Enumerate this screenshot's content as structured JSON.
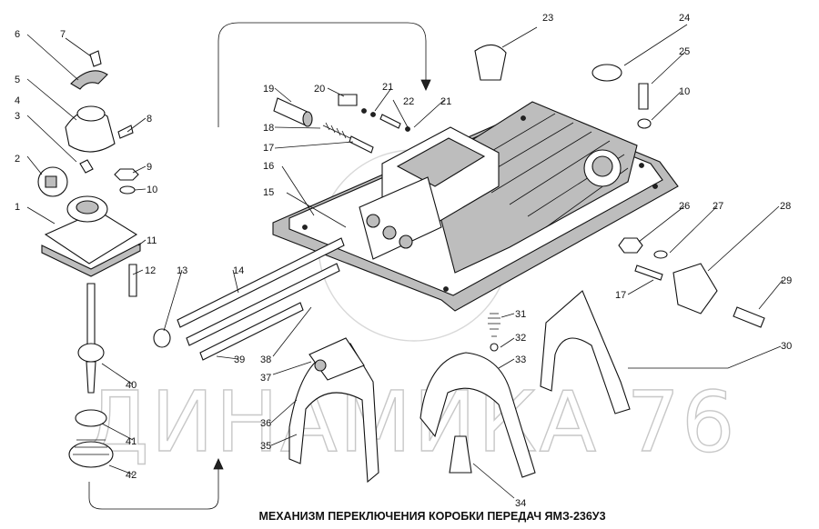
{
  "diagram": {
    "caption": "МЕХАНИЗМ ПЕРЕКЛЮЧЕНИЯ КОРОБКИ ПЕРЕДАЧ ЯМЗ-236У3",
    "watermark": "ДИНАМИКА 76",
    "callouts": [
      "1",
      "2",
      "3",
      "4",
      "5",
      "6",
      "7",
      "8",
      "9",
      "10",
      "11",
      "12",
      "13",
      "14",
      "15",
      "16",
      "17",
      "18",
      "19",
      "20",
      "21",
      "22",
      "23",
      "24",
      "25",
      "26",
      "27",
      "28",
      "29",
      "30",
      "31",
      "32",
      "33",
      "34",
      "35",
      "36",
      "37",
      "38",
      "39",
      "40",
      "41",
      "42"
    ]
  }
}
